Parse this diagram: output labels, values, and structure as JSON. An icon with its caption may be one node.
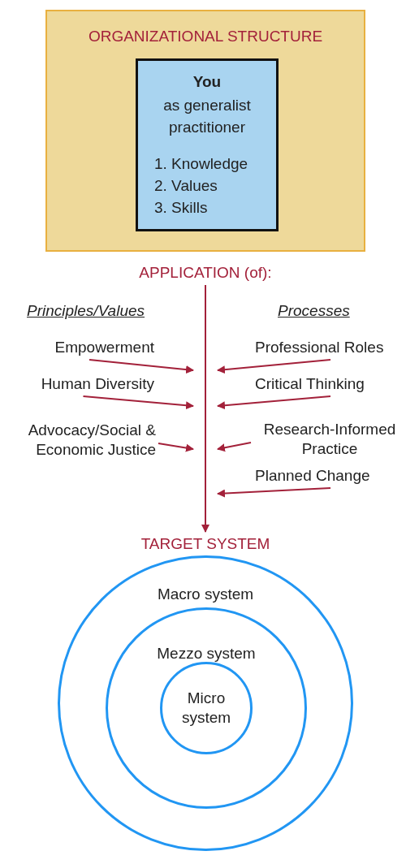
{
  "diagram": {
    "nodes": [
      {
        "text": [
          "ORGANIZATIONAL STRUCTURE"
        ]
      },
      {
        "text": [
          "You",
          "as generalist practitioner",
          "1. Knowledge",
          "2. Values",
          "3. Skills"
        ],
        "in": 0
      },
      {
        "text": [
          "APPLICATION (of):"
        ]
      },
      {
        "text": [
          "Empowerment"
        ]
      },
      {
        "text": [
          "Professional Roles"
        ]
      },
      {
        "text": [
          "Human Diversity"
        ]
      },
      {
        "text": [
          "Critical Thinking"
        ]
      },
      {
        "text": [
          "Advocacy/Social & Economic Justice"
        ]
      },
      {
        "text": [
          "Research-Informed Practice"
        ]
      },
      {
        "text": [
          "Planned Change"
        ]
      },
      {
        "text": [
          "TARGET SYSTEM"
        ]
      },
      {
        "text": [
          "Macro system"
        ]
      },
      {
        "text": [
          "Mezzo system"
        ],
        "in": 11
      },
      {
        "text": [
          "Micro system"
        ],
        "in": 12
      }
    ],
    "edges": [
      {
        "from": 2,
        "to": 10,
        "arrow": "to"
      },
      {
        "from": 3,
        "to": null,
        "arrow": "to"
      },
      {
        "from": 4,
        "to": null,
        "arrow": "to"
      },
      {
        "from": 5,
        "to": null,
        "arrow": "to"
      },
      {
        "from": 6,
        "to": null,
        "arrow": "to"
      },
      {
        "from": 7,
        "to": null,
        "arrow": "to"
      },
      {
        "from": 8,
        "to": null,
        "arrow": "to"
      },
      {
        "from": 9,
        "to": null,
        "arrow": "to"
      }
    ],
    "labels": [
      "Principles/Values",
      "Processes"
    ]
  }
}
